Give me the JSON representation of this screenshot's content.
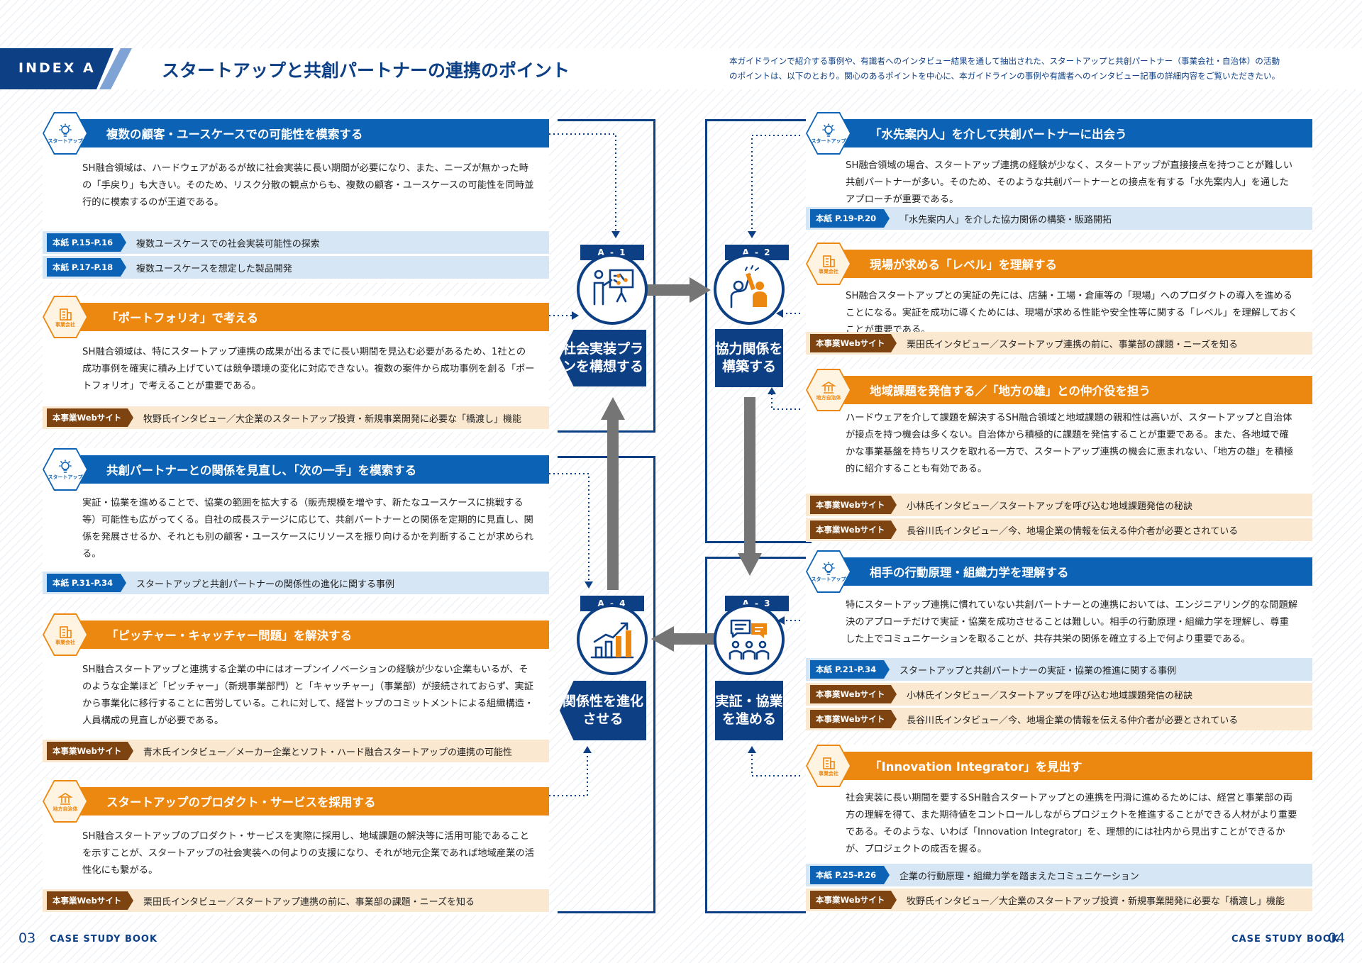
{
  "header": {
    "index_label": "INDEX A",
    "title": "スタートアップと共創パートナーの連携のポイント",
    "intro_line1": "本ガイドラインで紹介する事例や、有識者へのインタビュー結果を通して抽出された、スタートアップと共創パートナー（事業会社・自治体）の活動",
    "intro_line2": "のポイントは、以下のとおり。関心のあるポイントを中心に、本ガイドラインの事例や有識者へのインタビュー記事の詳細内容をご覧いただきたい。"
  },
  "tags": {
    "startup": "スタートアップ",
    "company": "事業会社",
    "local": "地方自治体"
  },
  "stages": {
    "a1": {
      "badge": "A - 1",
      "label": "社会実装プランを構想する"
    },
    "a2": {
      "badge": "A - 2",
      "label": "協力関係を構築する"
    },
    "a3": {
      "badge": "A - 3",
      "label": "実証・協業を進める"
    },
    "a4": {
      "badge": "A - 4",
      "label": "関係性を進化させる"
    }
  },
  "cards": [
    {
      "title": "複数の顧客・ユースケースでの可能性を模索する",
      "body": "SH融合領域は、ハードウェアがあるが故に社会実装に長い期間が必要になり、また、ニーズが無かった時の「手戻り」も大きい。そのため、リスク分散の観点からも、複数の顧客・ユースケースの可能性を同時並行的に模索するのが王道である。",
      "refs": [
        {
          "tag": "本紙 P.15-P.16",
          "text": "複数ユースケースでの社会実装可能性の探索"
        },
        {
          "tag": "本紙 P.17-P.18",
          "text": "複数ユースケースを想定した製品開発"
        }
      ]
    },
    {
      "title": "「ポートフォリオ」で考える",
      "body": "SH融合領域は、特にスタートアップ連携の成果が出るまでに長い期間を見込む必要があるため、1社との成功事例を確実に積み上げていては競争環境の変化に対応できない。複数の案件から成功事例を創る「ポートフォリオ」で考えることが重要である。",
      "refs": [
        {
          "tag": "本事業Webサイト",
          "text": "牧野氏インタビュー／大企業のスタートアップ投資・新規事業開発に必要な「橋渡し」機能"
        }
      ]
    },
    {
      "title": "共創パートナーとの関係を見直し、「次の一手」を模索する",
      "body": "実証・協業を進めることで、協業の範囲を拡大する（販売規模を増やす、新たなユースケースに挑戦する等）可能性も広がってくる。自社の成長ステージに応じて、共創パートナーとの関係を定期的に見直し、関係を発展させるか、それとも別の顧客・ユースケースにリソースを振り向けるかを判断することが求められる。",
      "refs": [
        {
          "tag": "本紙 P.31-P.34",
          "text": "スタートアップと共創パートナーの関係性の進化に関する事例"
        }
      ]
    },
    {
      "title": "「ピッチャー・キャッチャー問題」を解決する",
      "body": "SH融合スタートアップと連携する企業の中にはオープンイノベーションの経験が少ない企業もいるが、そのような企業ほど「ピッチャー」（新規事業部門）と「キャッチャー」（事業部）が接続されておらず、実証から事業化に移行することに苦労している。これに対して、経営トップのコミットメントによる組織構造・人員構成の見直しが必要である。",
      "refs": [
        {
          "tag": "本事業Webサイト",
          "text": "青木氏インタビュー／メーカー企業とソフト・ハード融合スタートアップの連携の可能性"
        }
      ]
    },
    {
      "title": "スタートアップのプロダクト・サービスを採用する",
      "body": "SH融合スタートアップのプロダクト・サービスを実際に採用し、地域課題の解決等に活用可能であることを示すことが、スタートアップの社会実装への何よりの支援になり、それが地元企業であれば地域産業の活性化にも繋がる。",
      "refs": [
        {
          "tag": "本事業Webサイト",
          "text": "栗田氏インタビュー／スタートアップ連携の前に、事業部の課題・ニーズを知る"
        }
      ]
    },
    {
      "title": "「水先案内人」を介して共創パートナーに出会う",
      "body": "SH融合領域の場合、スタートアップ連携の経験が少なく、スタートアップが直接接点を持つことが難しい共創パートナーが多い。そのため、そのような共創パートナーとの接点を有する「水先案内人」を通したアプローチが重要である。",
      "refs": [
        {
          "tag": "本紙 P.19-P.20",
          "text": "「水先案内人」を介した協力関係の構築・販路開拓"
        }
      ]
    },
    {
      "title": "現場が求める「レベル」を理解する",
      "body": "SH融合スタートアップとの実証の先には、店舗・工場・倉庫等の「現場」へのプロダクトの導入を進めることになる。実証を成功に導くためには、現場が求める性能や安全性等に関する「レベル」を理解しておくことが重要である。",
      "refs": [
        {
          "tag": "本事業Webサイト",
          "text": "栗田氏インタビュー／スタートアップ連携の前に、事業部の課題・ニーズを知る"
        }
      ]
    },
    {
      "title": "地域課題を発信する／「地方の雄」との仲介役を担う",
      "body": "ハードウェアを介して課題を解決するSH融合領域と地域課題の親和性は高いが、スタートアップと自治体が接点を持つ機会は多くない。自治体から積極的に課題を発信することが重要である。また、各地域で確かな事業基盤を持ちリスクを取れる一方で、スタートアップ連携の機会に恵まれない、「地方の雄」を積極的に紹介することも有効である。",
      "refs": [
        {
          "tag": "本事業Webサイト",
          "text": "小林氏インタビュー／スタートアップを呼び込む地域課題発信の秘訣"
        },
        {
          "tag": "本事業Webサイト",
          "text": "長谷川氏インタビュー／今、地場企業の情報を伝える仲介者が必要とされている"
        }
      ]
    },
    {
      "title": "相手の行動原理・組織力学を理解する",
      "body": "特にスタートアップ連携に慣れていない共創パートナーとの連携においては、エンジニアリング的な問題解決のアプローチだけで実証・協業を成功させることは難しい。相手の行動原理・組織力学を理解し、尊重した上でコミュニケーションを取ることが、共存共栄の関係を確立する上で何より重要である。",
      "refs": [
        {
          "tag": "本紙 P.21-P.34",
          "text": "スタートアップと共創パートナーの実証・協業の推進に関する事例"
        },
        {
          "tag": "本事業Webサイト",
          "text": "小林氏インタビュー／スタートアップを呼び込む地域課題発信の秘訣"
        },
        {
          "tag": "本事業Webサイト",
          "text": "長谷川氏インタビュー／今、地場企業の情報を伝える仲介者が必要とされている"
        }
      ]
    },
    {
      "title": "「Innovation Integrator」を見出す",
      "body": "社会実装に長い期間を要するSH融合スタートアップとの連携を円滑に進めるためには、経営と事業部の両方の理解を得て、また期待値をコントロールしながらプロジェクトを推進することができる人材がより重要である。そのような、いわば「Innovation Integrator」を、理想的には社内から見出すことができるかが、プロジェクトの成否を握る。",
      "refs": [
        {
          "tag": "本紙 P.25-P.26",
          "text": "企業の行動原理・組織力学を踏まえたコミュニケーション"
        },
        {
          "tag": "本事業Webサイト",
          "text": "牧野氏インタビュー／大企業のスタートアップ投資・新規事業開発に必要な「橋渡し」機能"
        }
      ]
    }
  ],
  "footer": {
    "left_page": "03",
    "left_label": "CASE STUDY BOOK",
    "right_label": "CASE STUDY BOOK",
    "right_page": "04"
  }
}
